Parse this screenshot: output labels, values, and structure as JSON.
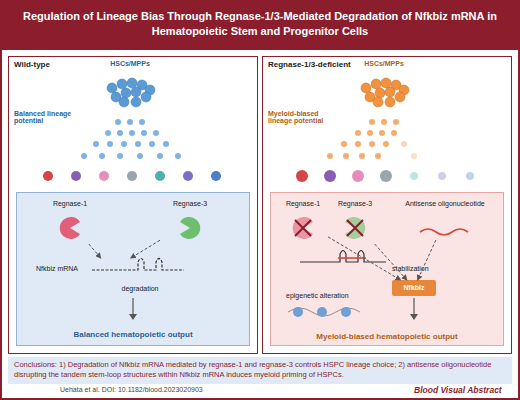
{
  "diagram": {
    "title": "Regulation of Lineage Bias Through Regnase-1/3-Mediated Degradation of Nfkbiz mRNA in Hematopoietic Stem and Progenitor Cells",
    "nodes": [
      {
        "text": [
          "Wild-type"
        ]
      },
      {
        "text": [
          "HSCs/MPPs"
        ],
        "in": 0
      },
      {
        "text": [
          "Balanced hematopoietic output"
        ],
        "in": 0
      },
      {
        "text": [
          "Regnase-1"
        ],
        "in": 2
      },
      {
        "text": [
          "Regnase-3"
        ],
        "in": 2
      },
      {
        "text": [
          "Nfkbiz mRNA"
        ],
        "in": 2
      },
      {
        "text": [
          "Regnase-1/3-deficient"
        ]
      },
      {
        "text": [
          "HSCs/MPPs"
        ],
        "in": 6
      },
      {
        "text": [
          "Myeloid-biased hematopoietic output"
        ],
        "in": 6
      },
      {
        "text": [
          "Regnase-1"
        ],
        "in": 8
      },
      {
        "text": [
          "Regnase-3"
        ],
        "in": 8
      },
      {
        "text": [
          "Antisense oligonucleotide"
        ],
        "in": 8
      },
      {
        "text": [
          "Nfkbiz"
        ],
        "in": 8
      },
      {
        "text": [
          "Conclusions: 1) Degradation of Nfkbiz mRNA mediated by regnase-1 and regnase-3 controls HSPC lineage choice; 2) antisense oligonucleotide disrupting the tandem stem-loop structures within Nfkbiz mRNA induces myeloid priming of HSPCs."
        ]
      }
    ],
    "edges": [
      {
        "from": 3,
        "to": 5,
        "arrow": "to"
      },
      {
        "from": 4,
        "to": 5,
        "arrow": "to"
      },
      {
        "from": 9,
        "to": 12,
        "arrow": "to"
      },
      {
        "from": 10,
        "to": 12,
        "arrow": "to"
      },
      {
        "from": 11,
        "to": 12,
        "arrow": "to"
      }
    ],
    "labels": [
      "Balanced lineage potential",
      "Myeloid-biased lineage potential",
      "degradation",
      "stabilization",
      "epigenetic alteration",
      "Uehata et al. DOI: 10.1182/blood.2023020903",
      "Blood Visual Abstract"
    ]
  }
}
